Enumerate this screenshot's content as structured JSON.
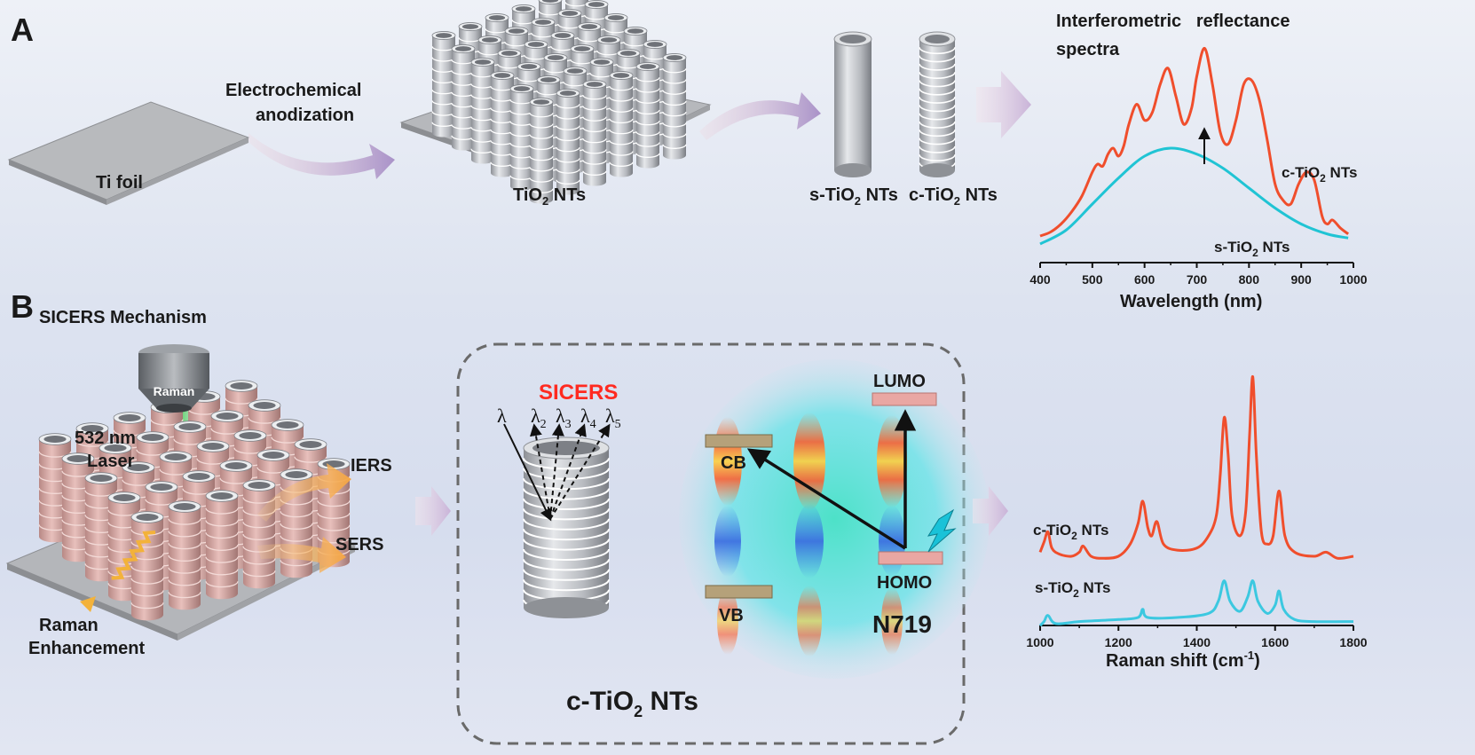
{
  "panel_a": {
    "letter": "A",
    "ti_foil_label": "Ti foil",
    "step_label_line1": "Electrochemical",
    "step_label_line2": "anodization",
    "tio2_array_label": "TiO",
    "tio2_array_label_suffix": "NTs",
    "s_tube_label": "s-TiO",
    "c_tube_label": "c-TiO",
    "tube_label_suffix": "NTs"
  },
  "panel_b": {
    "letter": "B",
    "title": "SICERS Mechanism",
    "raman_label": "Raman",
    "laser_line1": "532 nm",
    "laser_line2": "Laser",
    "iers_label": "IERS",
    "sers_label": "SERS",
    "enh_line1": "Raman",
    "enh_line2": "Enhancement",
    "sicers_label": "SICERS",
    "lambda_main": "λ",
    "lambda_list": [
      "λ2",
      "λ3",
      "λ4",
      "λ5"
    ],
    "lambda_sub": [
      "2",
      "3",
      "4",
      "5"
    ],
    "cb_label": "CB",
    "vb_label": "VB",
    "lumo_label": "LUMO",
    "homo_label": "HOMO",
    "n719_label": "N719",
    "tube_label": "c-TiO",
    "tube_label_suffix": "NTs"
  },
  "chart_data": [
    {
      "type": "line",
      "title": "Interferometric   reflectance spectra",
      "title_line1": "Interferometric   reflectance",
      "title_line2": "spectra",
      "xlabel": "Wavelength (nm)",
      "ylabel": "",
      "xlim": [
        400,
        1000
      ],
      "xticks": [
        400,
        500,
        600,
        700,
        800,
        900,
        1000
      ],
      "ylim": [
        0,
        1
      ],
      "series": [
        {
          "name": "c-TiO2 NTs",
          "label_main": "c-TiO",
          "label_sub": "2",
          "label_suffix": "NTs",
          "color": "#f04e2c",
          "x": [
            400,
            420,
            440,
            460,
            480,
            500,
            510,
            520,
            530,
            540,
            550,
            560,
            570,
            585,
            600,
            615,
            630,
            645,
            660,
            675,
            690,
            700,
            715,
            730,
            745,
            760,
            775,
            790,
            805,
            820,
            835,
            850,
            865,
            880,
            895,
            910,
            925,
            940,
            950,
            960,
            975,
            990
          ],
          "y": [
            0.04,
            0.06,
            0.1,
            0.16,
            0.24,
            0.36,
            0.4,
            0.39,
            0.45,
            0.48,
            0.44,
            0.49,
            0.6,
            0.7,
            0.62,
            0.66,
            0.8,
            0.88,
            0.74,
            0.6,
            0.68,
            0.84,
            0.98,
            0.8,
            0.56,
            0.5,
            0.62,
            0.8,
            0.82,
            0.72,
            0.52,
            0.3,
            0.22,
            0.2,
            0.3,
            0.36,
            0.32,
            0.14,
            0.1,
            0.12,
            0.08,
            0.05
          ]
        },
        {
          "name": "s-TiO2 NTs",
          "label_main": "s-TiO",
          "label_sub": "2",
          "label_suffix": "NTs",
          "color": "#20c4d4",
          "x": [
            400,
            450,
            500,
            550,
            600,
            650,
            700,
            750,
            800,
            850,
            900,
            950,
            990
          ],
          "y": [
            0.0,
            0.07,
            0.2,
            0.33,
            0.44,
            0.48,
            0.45,
            0.38,
            0.28,
            0.18,
            0.1,
            0.05,
            0.03
          ]
        }
      ]
    },
    {
      "type": "line",
      "title": "",
      "xlabel": "Raman shift (cm⁻¹)",
      "xlabel_main": "Raman shift (cm",
      "xlabel_sup": "-1",
      "xlabel_end": ")",
      "ylabel": "",
      "xlim": [
        1000,
        1800
      ],
      "xticks": [
        1000,
        1200,
        1400,
        1600,
        1800
      ],
      "ylim": [
        0,
        1
      ],
      "series": [
        {
          "name": "c-TiO2 NTs",
          "label_main": "c-TiO",
          "label_sub": "2",
          "label_suffix": "NTs",
          "color": "#f04e2c",
          "x": [
            1000,
            1010,
            1020,
            1030,
            1050,
            1080,
            1100,
            1110,
            1130,
            1160,
            1200,
            1230,
            1250,
            1262,
            1275,
            1285,
            1298,
            1315,
            1350,
            1400,
            1430,
            1450,
            1460,
            1470,
            1480,
            1490,
            1510,
            1525,
            1535,
            1543,
            1552,
            1565,
            1580,
            1595,
            1610,
            1625,
            1650,
            1700,
            1730,
            1760,
            1800
          ],
          "y": [
            0.12,
            0.17,
            0.22,
            0.14,
            0.11,
            0.1,
            0.12,
            0.15,
            0.1,
            0.09,
            0.1,
            0.16,
            0.26,
            0.37,
            0.24,
            0.2,
            0.27,
            0.16,
            0.13,
            0.14,
            0.2,
            0.3,
            0.5,
            0.78,
            0.6,
            0.3,
            0.2,
            0.32,
            0.7,
            0.98,
            0.6,
            0.22,
            0.16,
            0.2,
            0.42,
            0.2,
            0.12,
            0.1,
            0.12,
            0.09,
            0.1
          ]
        },
        {
          "name": "s-TiO2 NTs",
          "label_main": "s-TiO",
          "label_sub": "2",
          "label_suffix": "NTs",
          "color": "#3cc8e0",
          "x": [
            1000,
            1010,
            1020,
            1040,
            1100,
            1200,
            1250,
            1262,
            1275,
            1350,
            1430,
            1455,
            1470,
            1485,
            1510,
            1530,
            1543,
            1556,
            1580,
            1600,
            1610,
            1622,
            1650,
            1700,
            1800
          ],
          "y": [
            -0.24,
            -0.22,
            -0.19,
            -0.23,
            -0.22,
            -0.21,
            -0.2,
            -0.16,
            -0.2,
            -0.2,
            -0.18,
            -0.12,
            -0.02,
            -0.12,
            -0.17,
            -0.1,
            -0.02,
            -0.12,
            -0.18,
            -0.14,
            -0.07,
            -0.16,
            -0.21,
            -0.22,
            -0.22
          ]
        }
      ]
    }
  ],
  "colors": {
    "tube_grey": "#c9ccd1",
    "tube_pink": "#d2a7a3",
    "arrow_lavender": "#b39ecc",
    "sicers_red": "#ff2a20",
    "level_bar": "#b5a17a",
    "level_pink": "#e9a7a3"
  },
  "icons": [
    "raman-objective-icon",
    "laser-beam-icon",
    "lightning-icon",
    "wavy-arrow-icon"
  ]
}
